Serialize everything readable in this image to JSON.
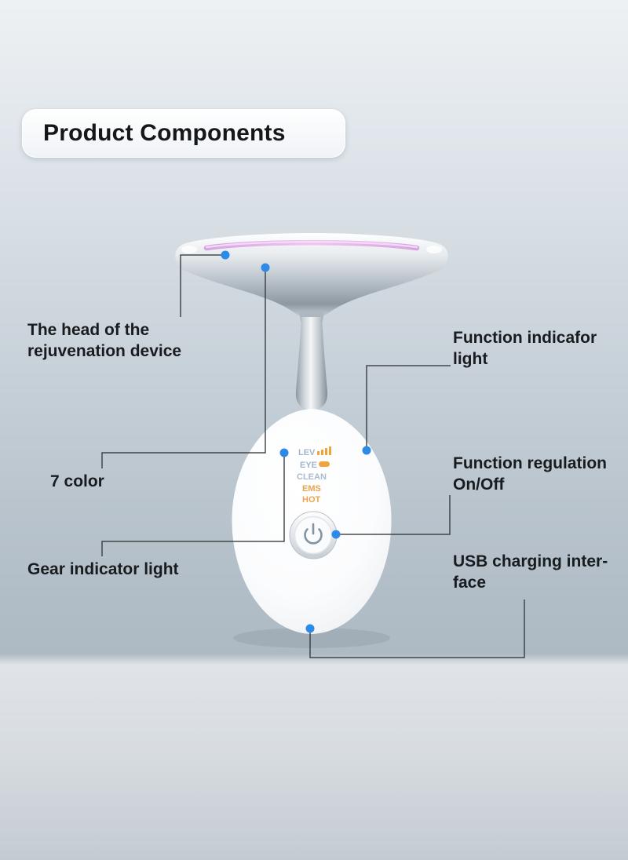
{
  "title": "Product Components",
  "callouts": {
    "head": {
      "label": "The head of the\nrejuvenation device"
    },
    "seven_color": {
      "label": "7 color"
    },
    "gear": {
      "label": "Gear indicator light"
    },
    "function_indicator": {
      "label": "Function indicafor\nlight"
    },
    "function_regulation": {
      "label": "Function regulation\nOn/Off"
    },
    "usb": {
      "label": "USB charging inter-\nface"
    }
  },
  "device": {
    "indicators": [
      "LEV",
      "EYE",
      "CLEAN",
      "EMS",
      "HOT"
    ],
    "power_icon": "power-symbol"
  },
  "colors": {
    "callout_dot": "#2d8ae6",
    "led_strip_pink": "#e3ade8",
    "indicator_orange": "#f0a43c",
    "indicator_blue_gray": "#9fb6cc",
    "connector_line": "#33383d"
  }
}
